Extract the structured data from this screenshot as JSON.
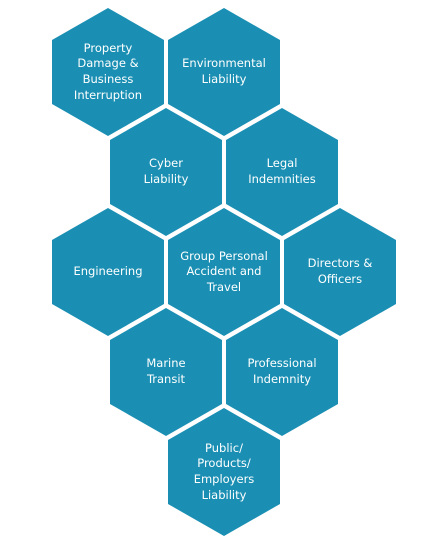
{
  "colors": {
    "hex_fill": "#1a8fb3",
    "label_text": "#ffffff",
    "background": "#ffffff"
  },
  "hexagons": [
    {
      "id": "property-damage",
      "label": "Property\nDamage &\nBusiness\nInterruption"
    },
    {
      "id": "environmental-liability",
      "label": "Environmental\nLiability"
    },
    {
      "id": "cyber-liability",
      "label": "Cyber\nLiability"
    },
    {
      "id": "legal-indemnities",
      "label": "Legal\nIndemnities"
    },
    {
      "id": "engineering",
      "label": "Engineering"
    },
    {
      "id": "group-personal-accident",
      "label": "Group Personal\nAccident and\nTravel"
    },
    {
      "id": "directors-officers",
      "label": "Directors &\nOfficers"
    },
    {
      "id": "marine-transit",
      "label": "Marine\nTransit"
    },
    {
      "id": "professional-indemnity",
      "label": "Professional\nIndemnity"
    },
    {
      "id": "public-products-employers",
      "label": "Public/\nProducts/\nEmployers\nLiability"
    }
  ]
}
